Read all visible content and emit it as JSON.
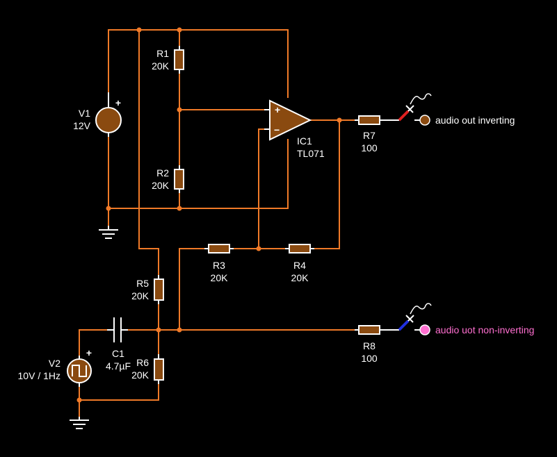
{
  "components": {
    "R1": {
      "name": "R1",
      "value": "20K"
    },
    "R2": {
      "name": "R2",
      "value": "20K"
    },
    "R3": {
      "name": "R3",
      "value": "20K"
    },
    "R4": {
      "name": "R4",
      "value": "20K"
    },
    "R5": {
      "name": "R5",
      "value": "20K"
    },
    "R6": {
      "name": "R6",
      "value": "20K"
    },
    "R7": {
      "name": "R7",
      "value": "100"
    },
    "R8": {
      "name": "R8",
      "value": "100"
    },
    "C1": {
      "name": "C1",
      "value": "4.7µF"
    },
    "V1": {
      "name": "V1",
      "value": "12V"
    },
    "V2": {
      "name": "V2",
      "value": "10V / 1Hz"
    },
    "IC1": {
      "name": "IC1",
      "value": "TL071"
    }
  },
  "opamp": {
    "plus": "+",
    "minus": "−"
  },
  "sources": {
    "plus": "+"
  },
  "outputs": {
    "inverting": {
      "label": "audio out inverting",
      "color": "#f07a28"
    },
    "non_inverting": {
      "label": "audio uot non-inverting",
      "color": "#ff6fd0"
    }
  },
  "colors": {
    "wire": "#f07a28",
    "component": "#8a4a10",
    "background": "#000000",
    "text": "#ffffff"
  }
}
